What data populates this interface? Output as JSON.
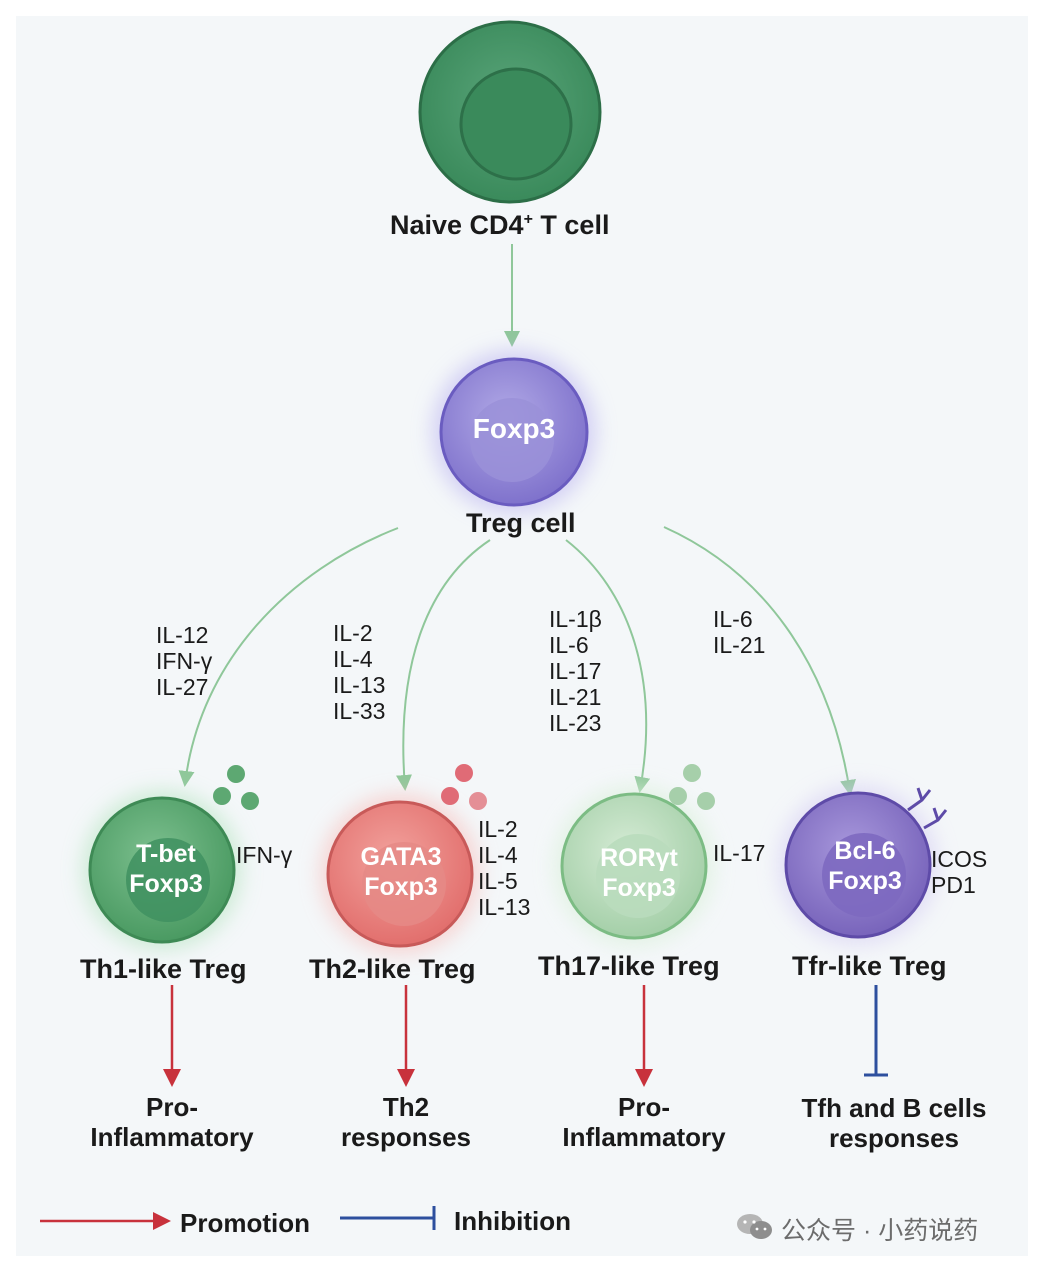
{
  "naive": {
    "title": "Naive CD4",
    "sup": "+",
    "suffix": " T cell"
  },
  "treg": {
    "marker": "Foxp3",
    "title": "Treg cell"
  },
  "subsets": [
    {
      "name": "Th1-like Treg",
      "tf1": "T-bet",
      "tf2": "Foxp3",
      "inducers": [
        "IL-12",
        "IFN-γ",
        "IL-27"
      ],
      "secreted": [
        "IFN-γ"
      ],
      "outcome": [
        "Pro-",
        "Inflammatory"
      ],
      "effect": "promotion",
      "color": "#5fae74"
    },
    {
      "name": "Th2-like Treg",
      "tf1": "GATA3",
      "tf2": "Foxp3",
      "inducers": [
        "IL-2",
        "IL-4",
        "IL-13",
        "IL-33"
      ],
      "secreted": [
        "IL-2",
        "IL-4",
        "IL-5",
        "IL-13"
      ],
      "outcome": [
        "Th2",
        "responses"
      ],
      "effect": "promotion",
      "color": "#e9807f"
    },
    {
      "name": "Th17-like Treg",
      "tf1": "RORγt",
      "tf2": "Foxp3",
      "inducers": [
        "IL-1β",
        "IL-6",
        "IL-17",
        "IL-21",
        "IL-23"
      ],
      "secreted": [
        "IL-17"
      ],
      "outcome": [
        "Pro-",
        "Inflammatory"
      ],
      "effect": "promotion",
      "color": "#a8d4ac"
    },
    {
      "name": "Tfr-like Treg",
      "tf1": "Bcl-6",
      "tf2": "Foxp3",
      "inducers": [
        "IL-6",
        "IL-21"
      ],
      "secreted": [
        "ICOS",
        "PD1"
      ],
      "outcome": [
        "Tfh and B cells",
        "responses"
      ],
      "effect": "inhibition",
      "color": "#8a78c4"
    }
  ],
  "legend": {
    "promotion": "Promotion",
    "inhibition": "Inhibition"
  },
  "watermark": "公众号 · 小药说药",
  "colors": {
    "promotion": "#c8323c",
    "inhibition": "#2d4f9e",
    "path_arrow": "#8fc79a",
    "naive_cell": "#3f8f5f",
    "treg_cell": "#8b80d0"
  }
}
